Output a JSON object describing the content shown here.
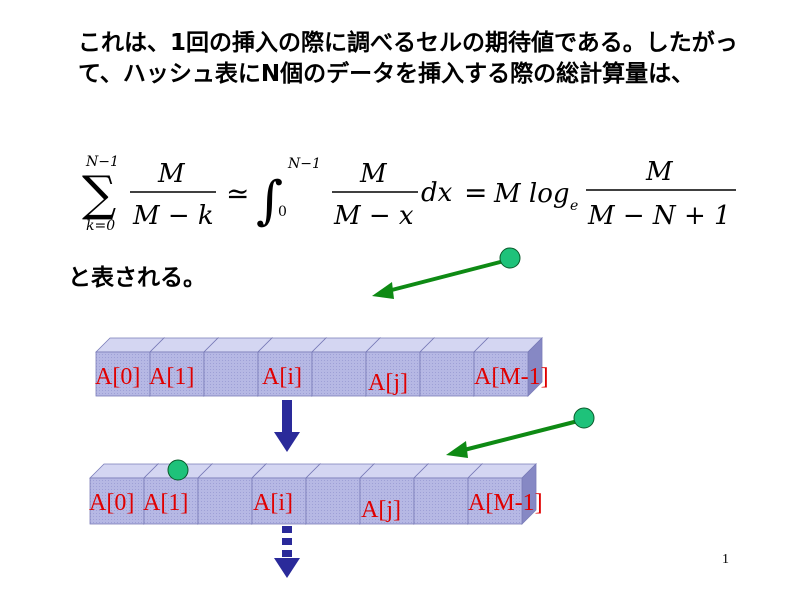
{
  "slide": {
    "intro_text": "これは、1回の挿入の際に調べるセルの期待値である。したがって、ハッシュ表にN個のデータを挿入する際の総計算量は、",
    "conclusion_text": "と表される。",
    "page_number": "1"
  },
  "formula": {
    "sum_upper": "N−1",
    "sum_lower": "k=0",
    "frac1_num": "M",
    "frac1_den": "M − k",
    "approx": "≃",
    "int_upper": "N−1",
    "int_lower": "0",
    "frac2_num": "M",
    "frac2_den": "M − x",
    "dx": "dx",
    "equals": "=",
    "m_log": "M log",
    "log_base": "e",
    "frac3_num": "M",
    "frac3_den": "M − N + 1"
  },
  "top_array": {
    "labels": [
      "A[0]",
      "A[1]",
      "A[i]",
      "A[j]",
      "A[M-1]"
    ]
  },
  "bottom_array": {
    "labels": [
      "A[0]",
      "A[1]",
      "A[i]",
      "A[j]",
      "A[M-1]"
    ]
  },
  "colors": {
    "cell_face": "#b6b8e4",
    "cell_top": "#d4d6f2",
    "cell_side": "#8688c4",
    "label": "#e00000",
    "arrow_green": "#0e8a14",
    "ball_fill": "#1ec27a",
    "arrow_blue": "#2a2a9a"
  }
}
